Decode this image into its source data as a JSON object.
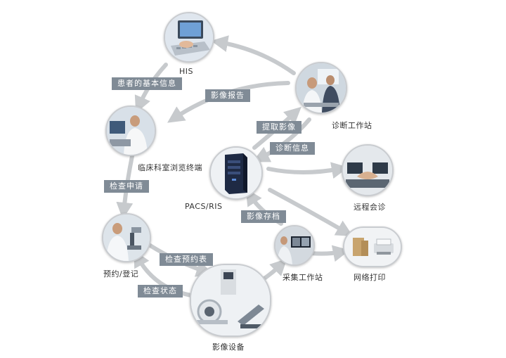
{
  "nodes": {
    "his": "HIS",
    "diagnosis": "诊断工作站",
    "clinic": "临床科室浏览终端",
    "remote": "远程会诊",
    "pacs": "PACS/RIS",
    "booking": "预约/登记",
    "acquisition": "采集工作站",
    "print": "网络打印",
    "imaging": "影像设备"
  },
  "flows": {
    "patient_info": "患者的基本信息",
    "image_report": "影像报告",
    "fetch_image": "提取影像",
    "diag_info": "诊断信息",
    "exam_request": "检查申请",
    "image_store": "影像存档",
    "booking_table": "检查预约表",
    "exam_status": "检查状态"
  },
  "colors": {
    "arrow": "#c7cacd",
    "tag": "#808b96",
    "ring": "#c9ccd0"
  }
}
